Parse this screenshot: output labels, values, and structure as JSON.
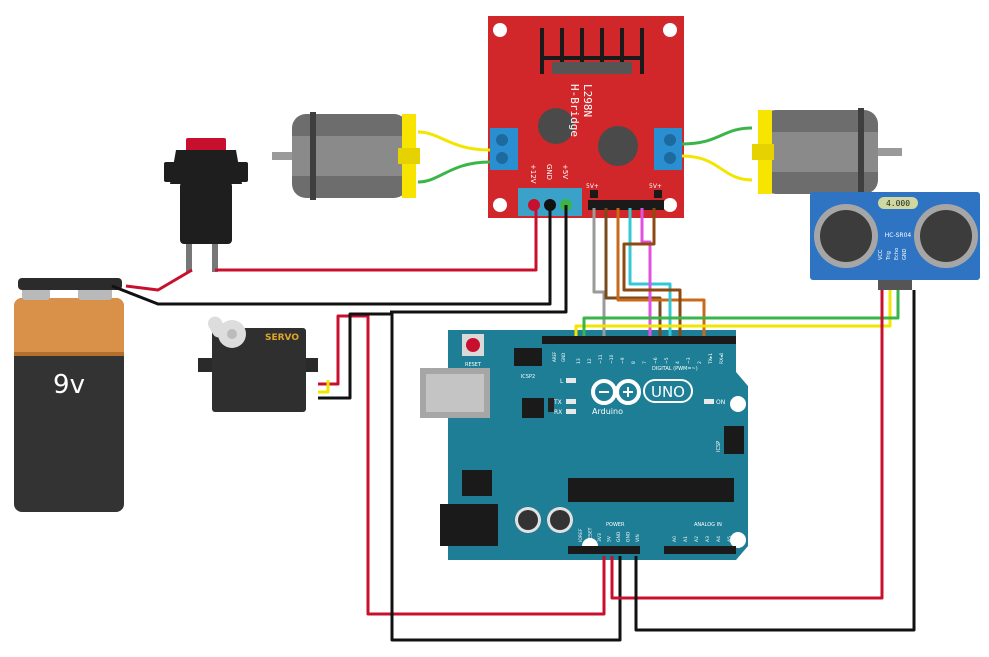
{
  "battery": {
    "label": "9v"
  },
  "servo": {
    "label": "SERVO"
  },
  "hbridge": {
    "title_line1": "L298N",
    "title_line2": "H-Bridge",
    "pin_12v": "+12V",
    "pin_gnd": "GND",
    "pin_5v": "+5V",
    "en_a": "5V+",
    "en_b": "5V+"
  },
  "ultrasonic": {
    "display": "4.000",
    "model": "HC-SR04",
    "pins": [
      "VCC",
      "Trig",
      "Echo",
      "GND"
    ]
  },
  "arduino": {
    "brand_text": "UNO",
    "brand_sub": "Arduino",
    "reset_label": "RESET",
    "icsp2_label": "ICSP2",
    "aref": "AREF",
    "gnd_top": "GND",
    "digital_pins": [
      "13",
      "12",
      "~11",
      "~10",
      "~9",
      "8",
      "7",
      "~6",
      "~5",
      "4",
      "~3",
      "2",
      "TX▸1",
      "RX◂0"
    ],
    "digital_label": "DIGITAL (PWM=~)",
    "led_l": "L",
    "led_tx": "TX",
    "led_rx": "RX",
    "on_label": "ON",
    "icsp_label": "ICSP",
    "power_label": "POWER",
    "analog_label": "ANALOG IN",
    "power_pins": [
      "IOREF",
      "RESET",
      "3V3",
      "5V",
      "GND",
      "GND",
      "VIN"
    ],
    "analog_pins": [
      "A0",
      "A1",
      "A2",
      "A3",
      "A4",
      "A5"
    ]
  },
  "colors": {
    "board_blue": "#1d7e95",
    "hbridge_red": "#d1262a",
    "wire_red": "#c8102e",
    "wire_black": "#111111",
    "wire_green": "#3bb54a",
    "wire_yellow": "#f2e500",
    "wire_orange": "#c86a1a",
    "wire_brown": "#7a4a1c",
    "wire_pink": "#e252e0",
    "wire_cyan": "#34c8d6",
    "wire_grey": "#9a9a9a",
    "battery_orange": "#d9914a",
    "motor_yellow": "#f7e400"
  }
}
